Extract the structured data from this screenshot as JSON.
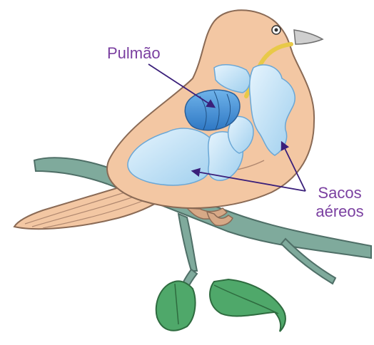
{
  "labels": {
    "lung": "Pulmão",
    "air_sacs_line1": "Sacos",
    "air_sacs_line2": "aéreos"
  },
  "colors": {
    "label_text": "#7a3fa0",
    "arrow": "#3a1f7a",
    "body": "#f3c7a3",
    "body_outline": "#8a6a55",
    "lung": "#3f8fd8",
    "air_sac": "#bfe0f6",
    "branch": "#6e9c8e",
    "leaf": "#4fa86a",
    "beak": "#cfcfcf",
    "throat": "#e8c948"
  },
  "icons": [
    "bird-illustration",
    "branch",
    "leaf"
  ]
}
